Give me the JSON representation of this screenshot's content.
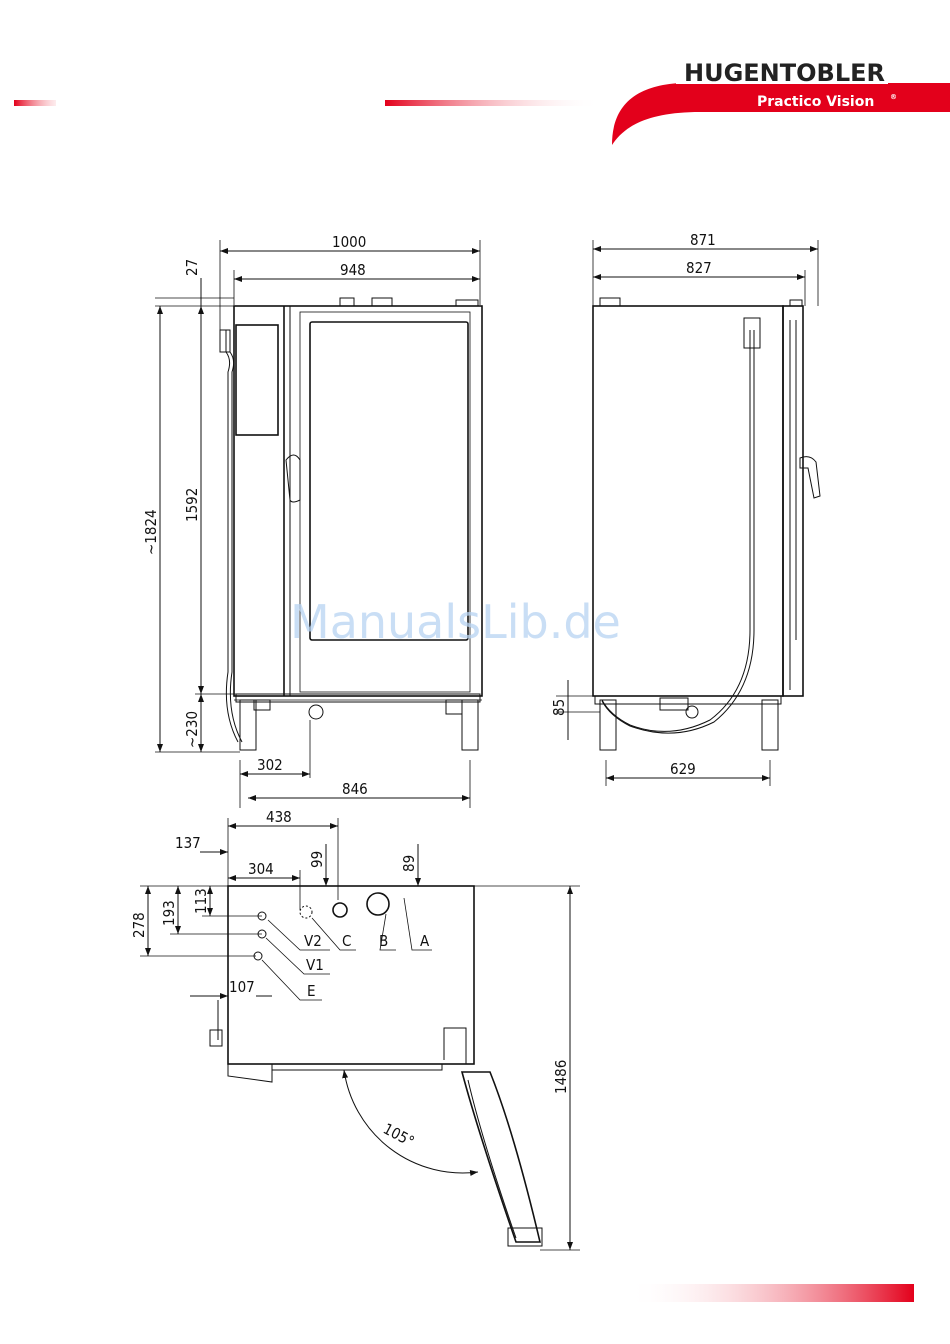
{
  "brand": {
    "name": "HUGENTOBLER",
    "product": "Practico Vision",
    "mark": "®",
    "color": "#e3001b"
  },
  "watermark": "ManualsLib.de",
  "front_view": {
    "overall_width": "1000",
    "body_width": "948",
    "top_offset": "27",
    "height_overall": "~1824",
    "height_body": "1592",
    "leg_height": "~230",
    "drain_offset": "302",
    "leg_span": "846"
  },
  "side_view": {
    "overall_depth": "871",
    "body_depth": "827",
    "pipe_height": "85",
    "leg_span": "629"
  },
  "top_view": {
    "dim_438": "438",
    "dim_137": "137",
    "dim_304": "304",
    "dim_99": "99",
    "dim_89": "89",
    "dim_278": "278",
    "dim_193": "193",
    "dim_113": "113",
    "dim_107": "107",
    "dim_1486": "1486",
    "door_angle": "105°",
    "conn_v2": "V2",
    "conn_c": "C",
    "conn_b": "B",
    "conn_a": "A",
    "conn_v1": "V1",
    "conn_e": "E"
  }
}
